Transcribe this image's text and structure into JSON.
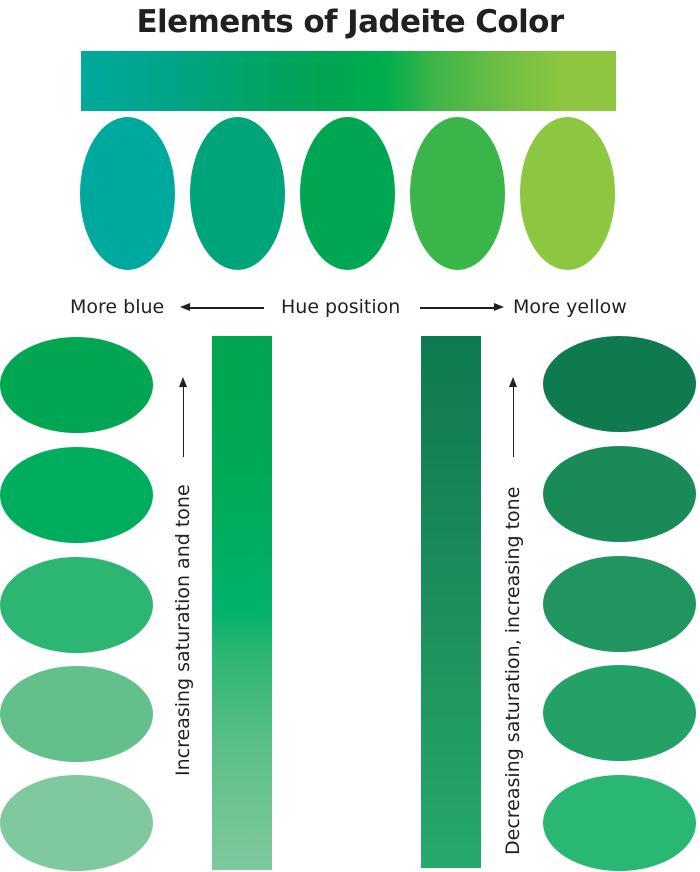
{
  "title": "Elements of Jadeite Color",
  "hue_bar": {
    "gradient_stops": [
      "#00a99d",
      "#00a485",
      "#00a466",
      "#00a551",
      "#00ae4d",
      "#3eb549",
      "#6bbd44",
      "#8dc63f"
    ]
  },
  "hue_swatches": [
    {
      "color": "#00a99d"
    },
    {
      "color": "#00a47a"
    },
    {
      "color": "#00a651"
    },
    {
      "color": "#39b54a"
    },
    {
      "color": "#8dc63f"
    }
  ],
  "hue_axis": {
    "left_label": "More blue",
    "center_label": "Hue position",
    "right_label": "More yellow"
  },
  "left_column": {
    "label": "Increasing saturation and tone",
    "swatches": [
      {
        "color": "#00a651"
      },
      {
        "color": "#00ad5f"
      },
      {
        "color": "#2db673"
      },
      {
        "color": "#63c08c"
      },
      {
        "color": "#80c99e"
      }
    ],
    "bar_gradient_top": "#00a651",
    "bar_gradient_bottom": "#7fc99e"
  },
  "right_column": {
    "label": "Decreasing saturation, increasing tone",
    "swatches": [
      {
        "color": "#0f7a4e"
      },
      {
        "color": "#198a58"
      },
      {
        "color": "#20955f"
      },
      {
        "color": "#24a167"
      },
      {
        "color": "#2ab673"
      }
    ],
    "bar_gradient_top": "#0d7a4f",
    "bar_gradient_bottom": "#26aa6b"
  }
}
